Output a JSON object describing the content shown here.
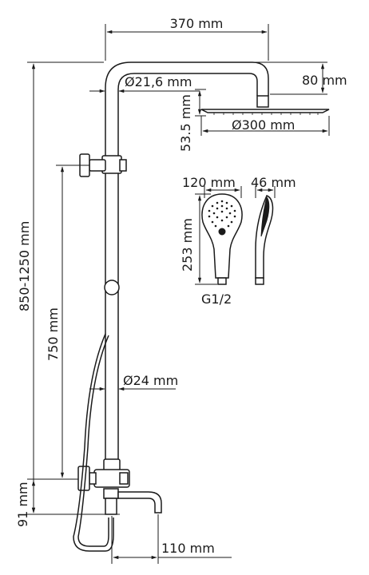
{
  "dimensions": {
    "head_arm_width": "370 mm",
    "head_drop": "80 mm",
    "pipe_top_diameter": "Ø21,6 mm",
    "head_thickness": "53.5 mm",
    "head_diameter": "Ø300 mm",
    "hand_shower_width": "120 mm",
    "hand_shower_depth": "46 mm",
    "hand_shower_height": "253 mm",
    "hand_shower_thread": "G1/2",
    "total_height": "850-1250 mm",
    "rail_height": "750 mm",
    "pipe_lower_diameter": "Ø24 mm",
    "mixer_height": "91 mm",
    "spout_length": "110 mm"
  }
}
